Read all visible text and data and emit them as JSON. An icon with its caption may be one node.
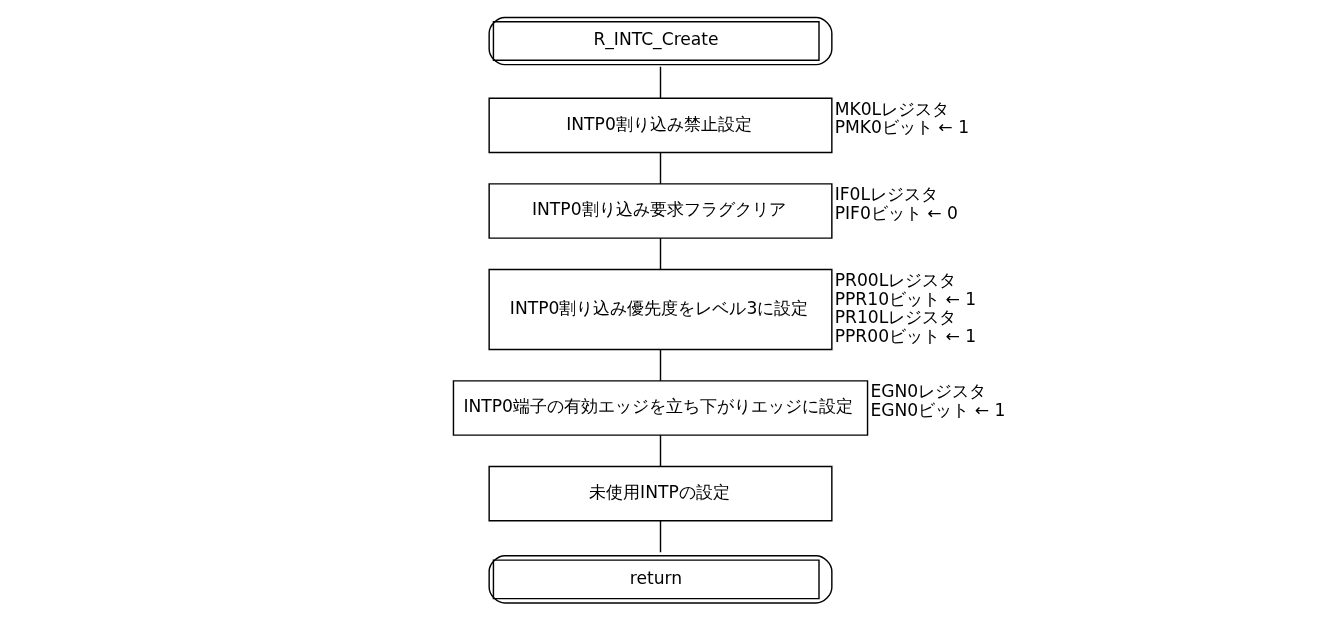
{
  "diagram": {
    "nodes": [
      {
        "text": [
          "R_INTC_Create"
        ]
      },
      {
        "text": [
          "INTP0割り込み禁止設定"
        ],
        "beside": [
          "MK0Lレジスタ",
          "PMK0ビット ← 1"
        ]
      },
      {
        "text": [
          "INTP0割り込み要求フラグクリア"
        ],
        "beside": [
          "IF0Lレジスタ",
          "PIF0ビット ← 0"
        ]
      },
      {
        "text": [
          "INTP0割り込み優先度をレベル3に設定"
        ],
        "beside": [
          "PR00Lレジスタ",
          "PPR10ビット ← 1",
          "PR10Lレジスタ",
          "PPR00ビット ← 1"
        ]
      },
      {
        "text": [
          "INTP0端子の有効エッジを立ち下がりエッジに設定"
        ],
        "beside": [
          "EGN0レジスタ",
          "EGN0ビット ← 1"
        ]
      },
      {
        "text": [
          "未使用INTPの設定"
        ]
      },
      {
        "text": [
          "return"
        ]
      }
    ],
    "edges": [
      {
        "from": 0,
        "to": 1,
        "arrow": "none"
      },
      {
        "from": 1,
        "to": 2,
        "arrow": "none"
      },
      {
        "from": 2,
        "to": 3,
        "arrow": "none"
      },
      {
        "from": 3,
        "to": 4,
        "arrow": "none"
      },
      {
        "from": 4,
        "to": 5,
        "arrow": "none"
      },
      {
        "from": 5,
        "to": 6,
        "arrow": "none"
      }
    ]
  }
}
